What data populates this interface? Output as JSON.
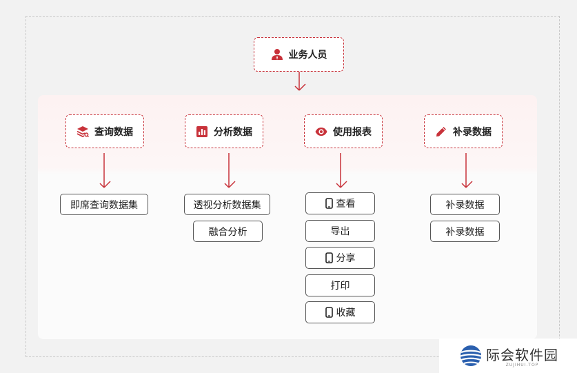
{
  "root": {
    "label": "业务人员",
    "icon": "user-icon"
  },
  "groups": [
    {
      "label": "查询数据",
      "icon": "layers-search-icon",
      "items": [
        {
          "label": "即席查询数据集",
          "icon": ""
        }
      ]
    },
    {
      "label": "分析数据",
      "icon": "bar-chart-icon",
      "items": [
        {
          "label": "透视分析数据集",
          "icon": ""
        },
        {
          "label": "融合分析",
          "icon": ""
        }
      ]
    },
    {
      "label": "使用报表",
      "icon": "eye-icon",
      "items": [
        {
          "label": "查看",
          "icon": "phone-icon"
        },
        {
          "label": "导出",
          "icon": ""
        },
        {
          "label": "分享",
          "icon": "phone-icon"
        },
        {
          "label": "打印",
          "icon": ""
        },
        {
          "label": "收藏",
          "icon": "phone-icon"
        }
      ]
    },
    {
      "label": "补录数据",
      "icon": "pencil-icon",
      "items": [
        {
          "label": "补录数据",
          "icon": ""
        },
        {
          "label": "补录数据",
          "icon": ""
        }
      ]
    }
  ],
  "watermark": {
    "title": "际会软件园",
    "subtitle": "ZUJIHUI.TOP"
  },
  "colors": {
    "accent": "#c8323a",
    "panel": "#fbfbfb",
    "background": "#f2f2f2"
  }
}
